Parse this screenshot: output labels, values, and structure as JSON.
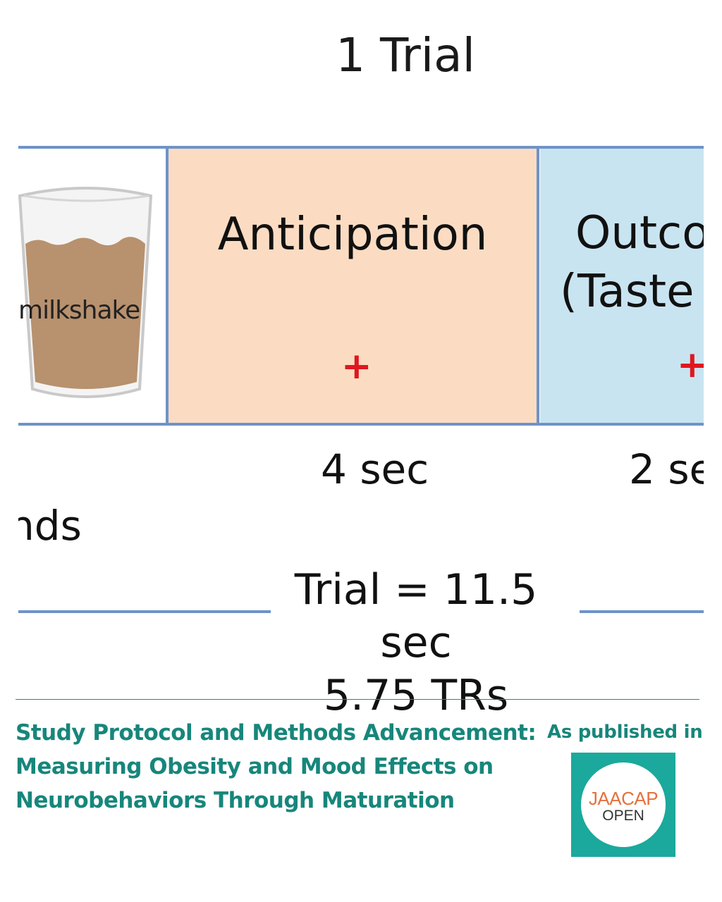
{
  "diagram": {
    "title": "1 Trial",
    "milkshake_label": "milkshake",
    "anticipation_label": "Anticipation",
    "anticipation_marker": "+",
    "outcome_label_line1": "Outco",
    "outcome_label_line2": "(Taste",
    "outcome_marker": "+",
    "anticipation_duration": "4 sec",
    "outcome_duration": "2 se",
    "left_cut_text": "nds",
    "trial_total_line1": "Trial = 11.5 sec",
    "trial_total_line2": "5.75 TRs",
    "colors": {
      "anticipation_fill": "#fbdcc3",
      "outcome_fill": "#c9e4f1",
      "border": "#6e93c8",
      "marker": "#e0161e",
      "milkshake": "#b8916e"
    }
  },
  "footer": {
    "title_line1": "Study Protocol and Methods Advancement:",
    "title_line2": "Measuring Obesity and Mood Effects on",
    "title_line3": "Neurobehaviors Through Maturation",
    "published_in": "As published in",
    "logo_top": "JAACAP",
    "logo_bottom": "OPEN",
    "colors": {
      "accent": "#17867b",
      "logo_bg": "#1aa99c",
      "logo_text": "#e5713d"
    }
  }
}
